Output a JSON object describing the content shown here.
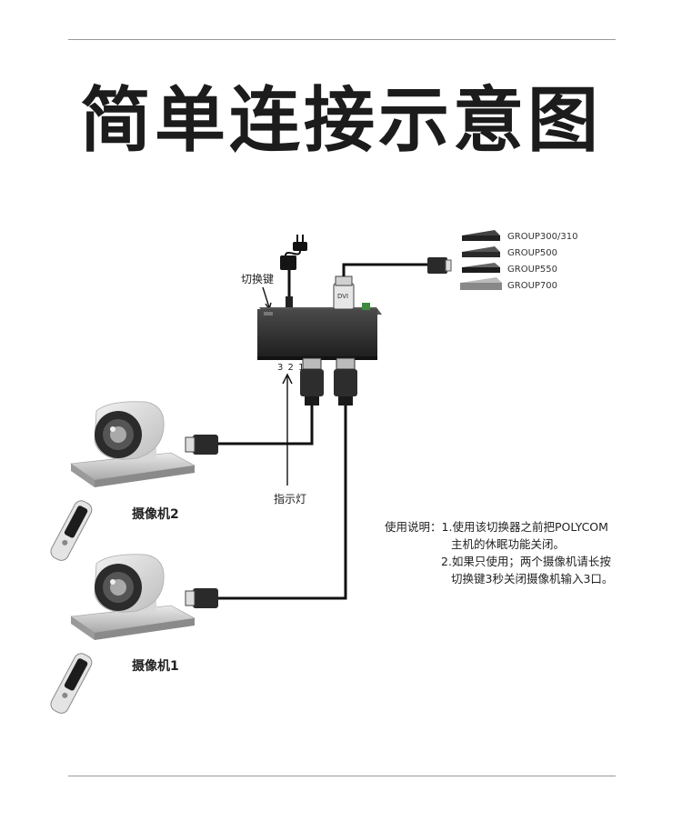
{
  "title": "简单连接示意图",
  "labels": {
    "switch_key": "切换键",
    "indicator": "指示灯",
    "ports": "3 2 1",
    "dvi": "DVI",
    "camera2": "摄像机2",
    "camera1": "摄像机1"
  },
  "models": [
    "GROUP300/310",
    "GROUP500",
    "GROUP550",
    "GROUP700"
  ],
  "notes": {
    "lead": "使用说明：",
    "line1": "1.使用该切换器之前把POLYCOM",
    "line2": "主机的休眠功能关闭。",
    "line3": "2.如果只使用；两个摄像机请长按",
    "line4": "切换键3秒关闭摄像机输入3口。"
  },
  "colors": {
    "device": "#2b2b2b",
    "cable": "#111111",
    "camera_body": "#cfcfcf"
  }
}
